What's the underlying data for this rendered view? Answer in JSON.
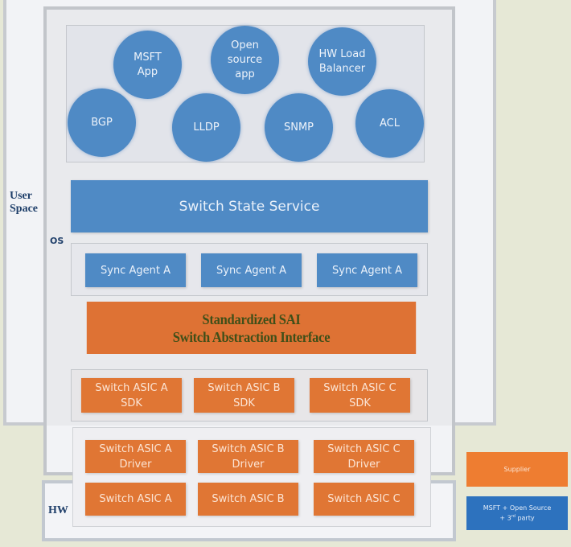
{
  "layers": {
    "user_space": "User\nSpace",
    "os": "OS",
    "hw": "HW"
  },
  "apps": [
    {
      "label": "MSFT\nApp"
    },
    {
      "label": "Open\nsource\napp"
    },
    {
      "label": "HW Load\nBalancer"
    },
    {
      "label": "BGP"
    },
    {
      "label": "LLDP"
    },
    {
      "label": "SNMP"
    },
    {
      "label": "ACL"
    }
  ],
  "switch_state_service": "Switch State Service",
  "sync_agents": [
    "Sync Agent A",
    "Sync Agent A",
    "Sync Agent A"
  ],
  "sai": {
    "line1": "Standardized SAI",
    "line2": "Switch Abstraction Interface"
  },
  "sdks": [
    "Switch ASIC A\nSDK",
    "Switch ASIC B\nSDK",
    "Switch ASIC C\nSDK"
  ],
  "drivers": [
    "Switch ASIC A\nDriver",
    "Switch ASIC B\nDriver",
    "Switch ASIC C\nDriver"
  ],
  "asics": [
    "Switch ASIC A",
    "Switch ASIC B",
    "Switch ASIC C"
  ],
  "legend": {
    "supplier": "Supplier",
    "msft_line1": "MSFT + Open Source",
    "msft_line2_prefix": "+ 3",
    "msft_line2_sup": "rd",
    "msft_line2_suffix": " party"
  },
  "colors": {
    "supplier": "#ee7d31",
    "msft_open_source": "#2d72be",
    "component_blue": "#4f8ac5",
    "component_orange": "#e07634",
    "sai_text": "#3f4f18",
    "layer_label": "#1f3f6a"
  }
}
